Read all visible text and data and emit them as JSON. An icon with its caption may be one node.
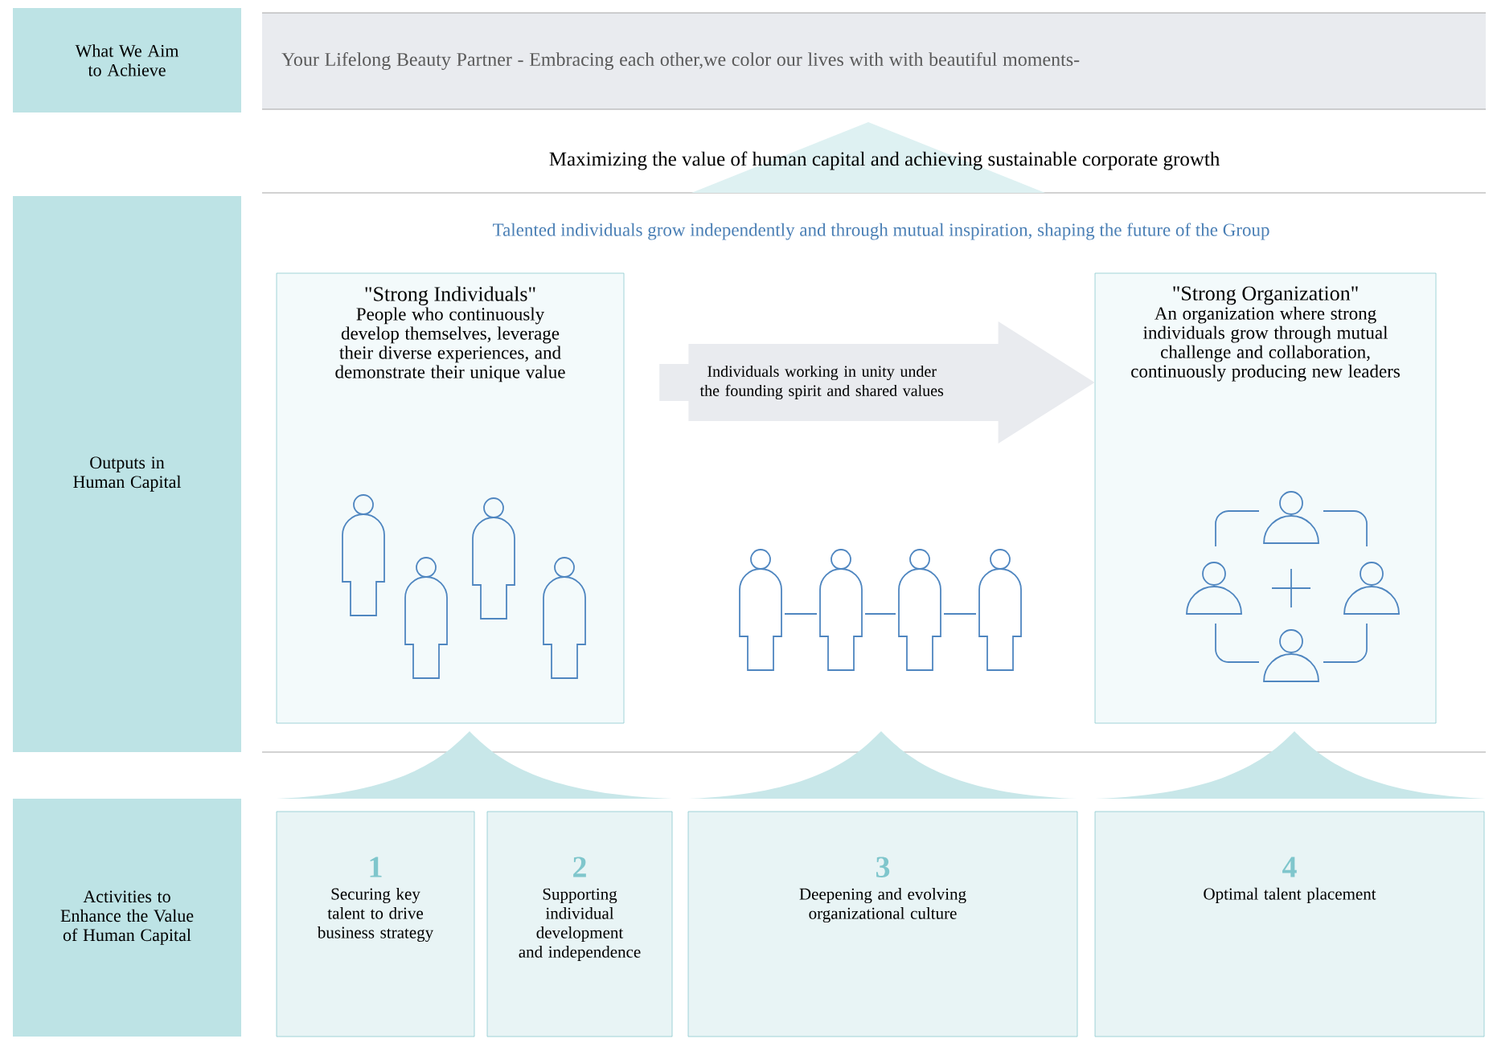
{
  "diagram": {
    "nodes": [
      {
        "text": [
          "What We Aim to Achieve"
        ]
      },
      {
        "text": [
          "Your Lifelong Beauty Partner - Embracing each other,we color our lives with with beautiful moments-"
        ]
      },
      {
        "text": [
          "Outputs in Human Capital"
        ]
      },
      {
        "text": [
          "\"Strong Individuals\"",
          "People who continuously develop themselves, leverage their diverse experiences, and demonstrate their unique value"
        ]
      },
      {
        "text": [
          "\"Strong Organization\"",
          "An organization where strong individuals grow through mutual challenge and collaboration, continuously producing new leaders"
        ]
      },
      {
        "text": [
          "Activities to Enhance the Value of Human Capital"
        ]
      },
      {
        "text": [
          "1",
          "Securing key talent to drive business strategy"
        ]
      },
      {
        "text": [
          "2",
          "Supporting individual development and independence"
        ]
      },
      {
        "text": [
          "3",
          "Deepening and evolving organizational culture"
        ]
      },
      {
        "text": [
          "4",
          "Optimal talent placement"
        ]
      }
    ],
    "edges": [
      {
        "from": 3,
        "to": 4,
        "arrow": "to",
        "label": "Individuals working in unity under the founding spirit and shared values"
      }
    ],
    "labels": [
      "Maximizing the value of human capital and achieving sustainable corporate growth",
      "Talented individuals grow independently and through mutual inspiration, shaping the future of the Group"
    ]
  }
}
